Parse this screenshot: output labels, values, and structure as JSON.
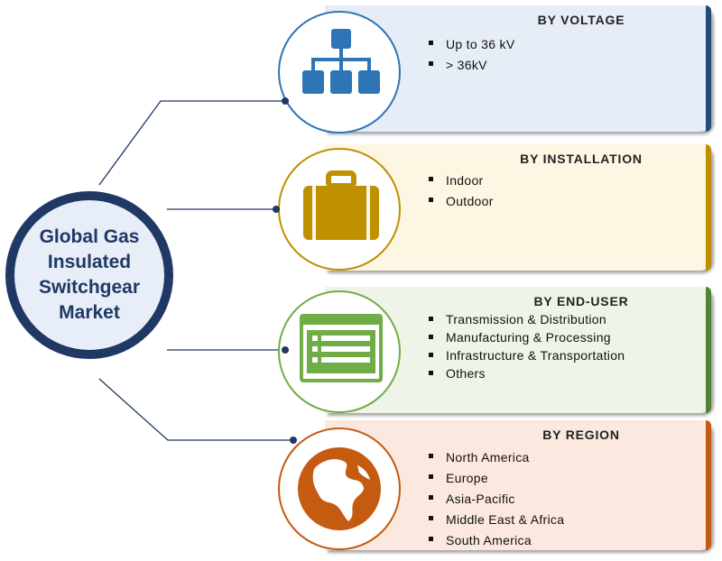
{
  "center": {
    "title": "Global Gas Insulated Switchgear Market"
  },
  "segments": [
    {
      "title": "BY VOLTAGE",
      "items": [
        "Up to 36 kV",
        "> 36kV"
      ],
      "icon": "hierarchy-icon",
      "accent": "#1f4e79",
      "fill": "#e6edf7",
      "icon_color": "#2e75b6"
    },
    {
      "title": "BY INSTALLATION",
      "items": [
        "Indoor",
        "Outdoor"
      ],
      "icon": "briefcase-icon",
      "accent": "#bf8f00",
      "fill": "#fdf6e3",
      "icon_color": "#bf9000"
    },
    {
      "title": "BY END-USER",
      "items": [
        "Transmission & Distribution",
        "Manufacturing & Processing",
        "Infrastructure & Transportation",
        "Others"
      ],
      "icon": "list-window-icon",
      "accent": "#548235",
      "fill": "#eef5e8",
      "icon_color": "#70ad47"
    },
    {
      "title": "BY REGION",
      "items": [
        "North America",
        "Europe",
        "Asia-Pacific",
        "Middle East & Africa",
        "South America"
      ],
      "icon": "globe-icon",
      "accent": "#c55a11",
      "fill": "#fbe9df",
      "icon_color": "#c55a11"
    }
  ]
}
